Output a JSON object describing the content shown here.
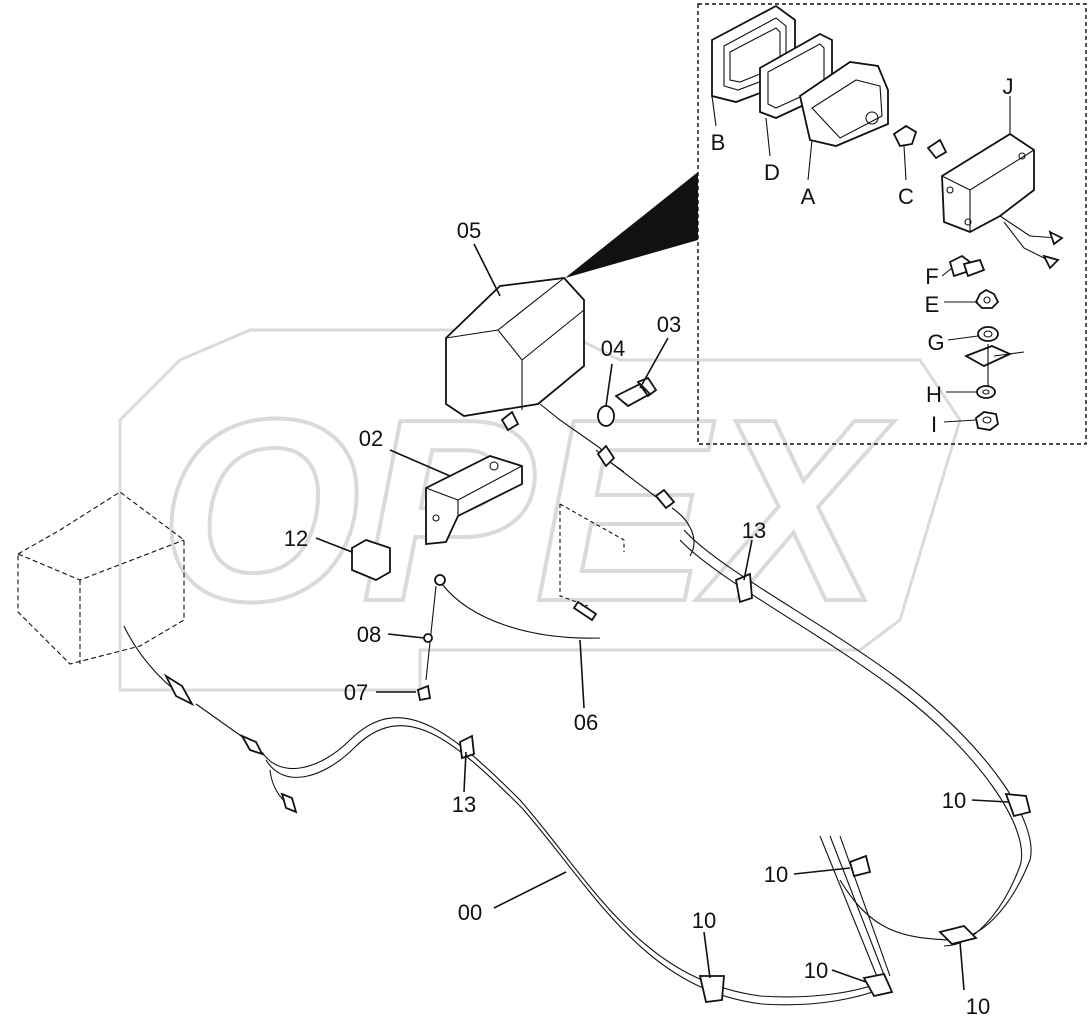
{
  "diagram": {
    "watermark": "OPEX",
    "main_callouts": [
      "05",
      "04",
      "03",
      "02",
      "12",
      "08",
      "07",
      "06",
      "13",
      "13",
      "00",
      "10",
      "10",
      "10",
      "10",
      "10"
    ],
    "detail_callouts": [
      "B",
      "D",
      "A",
      "C",
      "J",
      "F",
      "E",
      "G",
      "H",
      "I"
    ],
    "colors": {
      "ink": "#111111",
      "watermark": "#bdbdbd",
      "background": "#ffffff"
    }
  }
}
